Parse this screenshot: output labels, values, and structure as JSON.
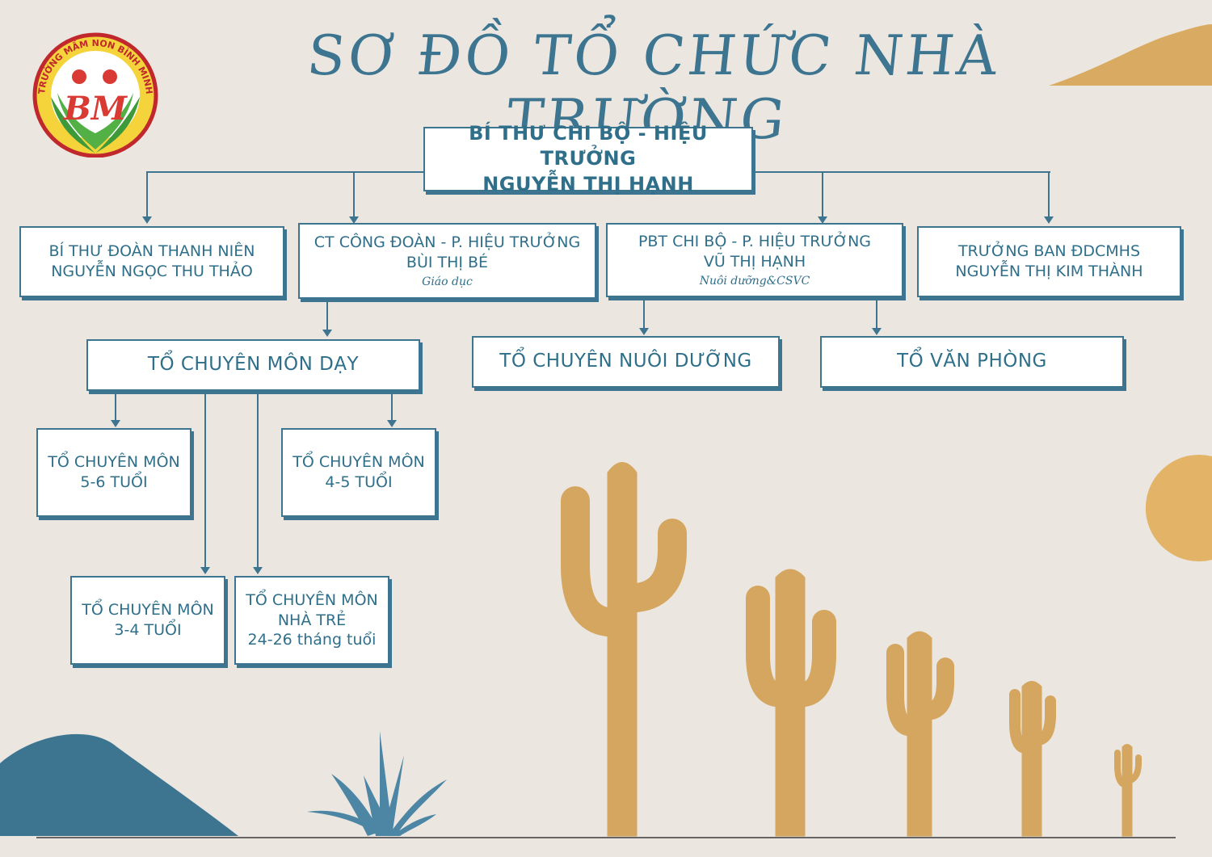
{
  "title": "SƠ ĐỒ TỔ CHỨC NHÀ TRƯỜNG",
  "logo": {
    "text": "TRƯỜNG MẦM NON BÌNH MINH",
    "monogram": "BM"
  },
  "top": {
    "line1": "BÍ THƯ CHI BỘ - HIỆU TRƯỞNG",
    "line2": "NGUYỄN THỊ HẠNH"
  },
  "level2": [
    {
      "line1": "BÍ THƯ ĐOÀN THANH NIÊN",
      "line2": "NGUYỄN NGỌC THU THẢO",
      "note": ""
    },
    {
      "line1": "CT CÔNG ĐOÀN - P. HIỆU TRƯỞNG",
      "line2": "BÙI THỊ BÉ",
      "note": "Giáo dục"
    },
    {
      "line1": "PBT CHI BỘ - P. HIỆU TRƯỞNG",
      "line2": "VŨ THỊ HẠNH",
      "note": "Nuôi dưỡng&CSVC"
    },
    {
      "line1": "TRƯỞNG BAN ĐDCMHS",
      "line2": "NGUYỄN THỊ KIM THÀNH",
      "note": ""
    }
  ],
  "level3": [
    {
      "label": "TỔ CHUYÊN MÔN DẠY"
    },
    {
      "label": "TỔ CHUYÊN NUÔI DƯỠNG"
    },
    {
      "label": "TỔ VĂN PHÒNG"
    }
  ],
  "level4": [
    {
      "line1": "TỔ CHUYÊN MÔN",
      "line2": "5-6 TUỔI",
      "line3": ""
    },
    {
      "line1": "TỔ CHUYÊN MÔN",
      "line2": "4-5 TUỔI",
      "line3": ""
    },
    {
      "line1": "TỔ CHUYÊN MÔN",
      "line2": "3-4 TUỔI",
      "line3": ""
    },
    {
      "line1": "TỔ CHUYÊN MÔN",
      "line2": "NHÀ TRẺ",
      "line3": "24-26 tháng tuổi"
    }
  ],
  "colors": {
    "primary": "#3d7590",
    "sand": "#deb06a",
    "background": "#ebe7e0",
    "logo_red": "#c0282d",
    "logo_green": "#3c9a3a"
  }
}
